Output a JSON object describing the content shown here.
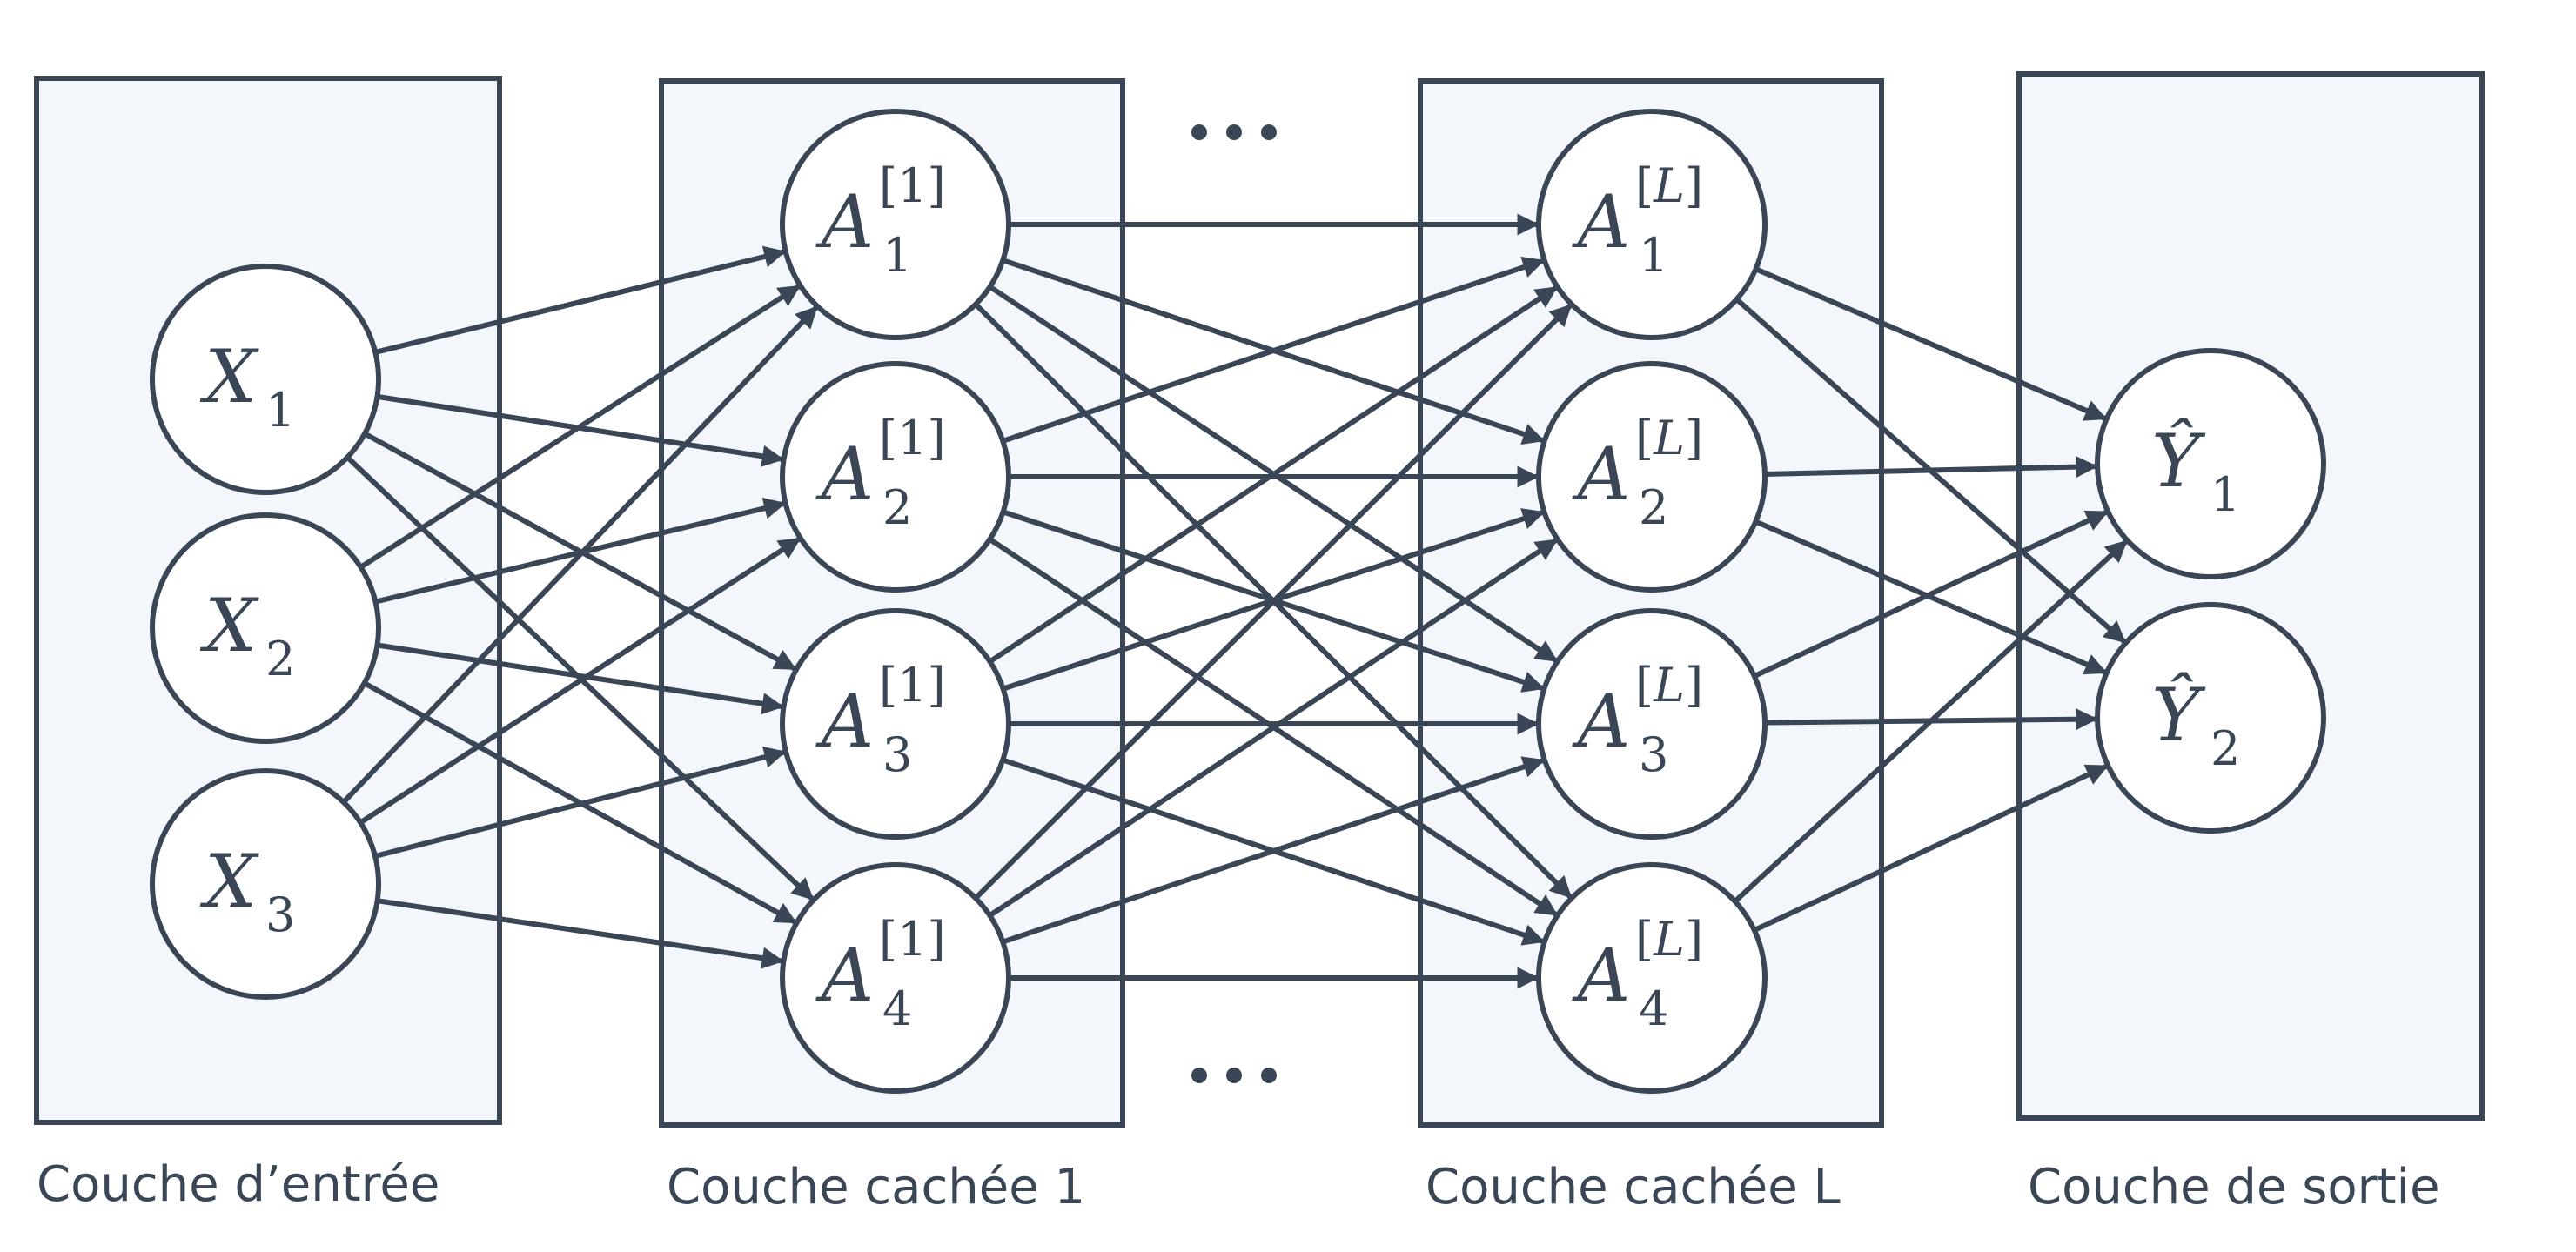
{
  "colors": {
    "stroke": "#3a4555",
    "box_fill": "#f3f7fc",
    "node_fill": "#ffffff"
  },
  "layers": [
    {
      "id": "input",
      "label": "Couche d’entrée",
      "nodes": [
        {
          "var": "X",
          "sub": "1"
        },
        {
          "var": "X",
          "sub": "2"
        },
        {
          "var": "X",
          "sub": "3"
        }
      ]
    },
    {
      "id": "hidden-1",
      "label": "Couche cachée 1",
      "nodes": [
        {
          "var": "A",
          "sub": "1",
          "sup": "1"
        },
        {
          "var": "A",
          "sub": "2",
          "sup": "1"
        },
        {
          "var": "A",
          "sub": "3",
          "sup": "1"
        },
        {
          "var": "A",
          "sub": "4",
          "sup": "1"
        }
      ]
    },
    {
      "id": "hidden-L",
      "label": "Couche cachée L",
      "nodes": [
        {
          "var": "A",
          "sub": "1",
          "sup": "L"
        },
        {
          "var": "A",
          "sub": "2",
          "sup": "L"
        },
        {
          "var": "A",
          "sub": "3",
          "sup": "L"
        },
        {
          "var": "A",
          "sub": "4",
          "sup": "L"
        }
      ]
    },
    {
      "id": "output",
      "label": "Couche de sortie",
      "nodes": [
        {
          "var": "Ŷ",
          "sub": "1"
        },
        {
          "var": "Ŷ",
          "sub": "2"
        }
      ]
    }
  ],
  "connections": "fully-connected between consecutive layers",
  "ellipsis": "…"
}
